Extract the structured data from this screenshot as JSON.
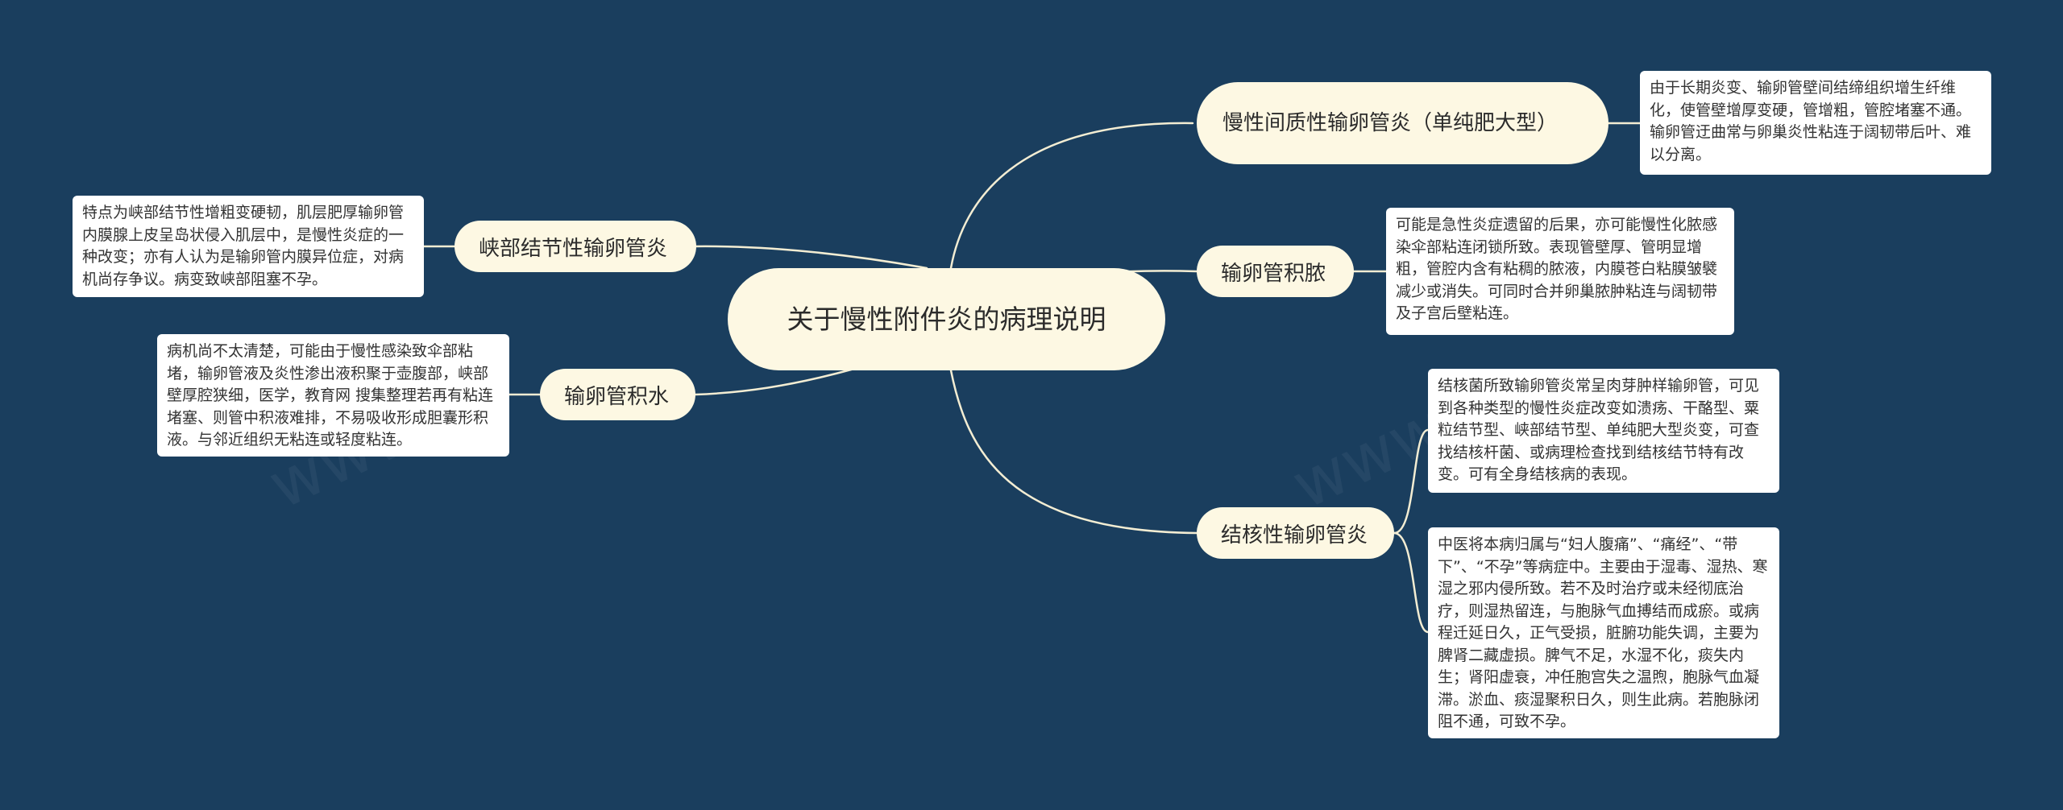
{
  "root": {
    "label": "关于慢性附件炎的病理说明"
  },
  "branches": {
    "interstitial": {
      "label": "慢性间质性输卵管炎（单纯肥大型）",
      "detail": "由于长期炎变、输卵管壁间结缔组织增生纤维化，使管壁增厚变硬，管增粗，管腔堵塞不通。输卵管迂曲常与卵巢炎性粘连于阔韧带后叶、难以分离。"
    },
    "pyosalpinx": {
      "label": "输卵管积脓",
      "detail": "可能是急性炎症遗留的后果，亦可能慢性化脓感染伞部粘连闭锁所致。表现管壁厚、管明显增粗，管腔内含有粘稠的脓液，内膜苍白粘膜皱襞减少或消失。可同时合并卵巢脓肿粘连与阔韧带及子宫后壁粘连。"
    },
    "tuberculous": {
      "label": "结核性输卵管炎",
      "detail_1": "结核菌所致输卵管炎常呈肉芽肿样输卵管，可见到各种类型的慢性炎症改变如溃疡、干酪型、粟粒结节型、峡部结节型、单纯肥大型炎变，可查找结核杆菌、或病理检查找到结核结节特有改变。可有全身结核病的表现。",
      "detail_2": "中医将本病归属与“妇人腹痛”、“痛经”、“带下”、“不孕”等病症中。主要由于湿毒、湿热、寒湿之邪内侵所致。若不及时治疗或未经彻底治疗，则湿热留连，与胞脉气血搏结而成瘀。或病程迁延日久，正气受损，脏腑功能失调，主要为脾肾二藏虚损。脾气不足，水湿不化，痰失内生；肾阳虚衰，冲任胞宫失之温煦，胞脉气血凝滞。淤血、痰湿聚积日久，则生此病。若胞脉闭阻不通，可致不孕。"
    },
    "isthmic": {
      "label": "峡部结节性输卵管炎",
      "detail": "特点为峡部结节性增粗变硬韧，肌层肥厚输卵管内膜腺上皮呈岛状侵入肌层中，是慢性炎症的一种改变；亦有人认为是输卵管内膜异位症，对病机尚存争议。病变致峡部阻塞不孕。"
    },
    "hydrosalpinx": {
      "label": "输卵管积水",
      "detail": "病机尚不太清楚，可能由于慢性感染致伞部粘堵，输卵管液及炎性渗出液积聚于壶腹部，峡部壁厚腔狭细，医学，教育网 搜集整理若再有粘连堵塞、则管中积液难排，不易吸收形成胆囊形积液。与邻近组织无粘连或轻度粘连。"
    }
  },
  "colors": {
    "background": "#1a3e5e",
    "node": "#fdf8e3",
    "leaf": "#ffffff",
    "line": "#f3edd3"
  }
}
